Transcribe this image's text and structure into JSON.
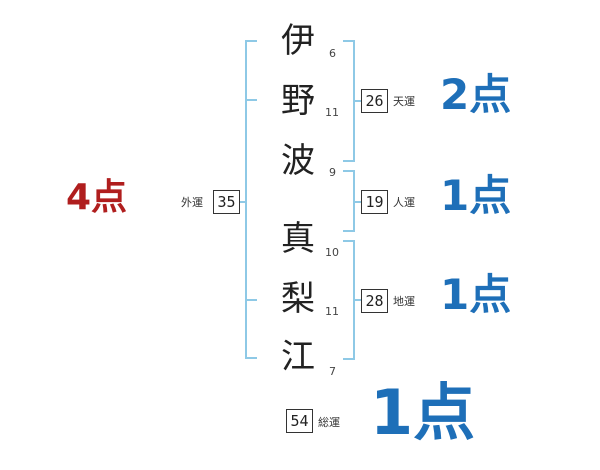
{
  "name_chars": [
    {
      "char": "伊",
      "strokes": "6"
    },
    {
      "char": "野",
      "strokes": "11"
    },
    {
      "char": "波",
      "strokes": "9"
    },
    {
      "char": "真",
      "strokes": "10"
    },
    {
      "char": "梨",
      "strokes": "11"
    },
    {
      "char": "江",
      "strokes": "7"
    }
  ],
  "gaiun": {
    "value": "35",
    "label": "外運",
    "score": "4点"
  },
  "tenun": {
    "value": "26",
    "label": "天運",
    "score": "2点"
  },
  "jinun": {
    "value": "19",
    "label": "人運",
    "score": "1点"
  },
  "chiun": {
    "value": "28",
    "label": "地運",
    "score": "1点"
  },
  "souun": {
    "value": "54",
    "label": "総運",
    "score": "1点"
  },
  "colors": {
    "bracket": "#8ec9e6",
    "red": "#b01e1e",
    "blue": "#1e6fb8"
  }
}
